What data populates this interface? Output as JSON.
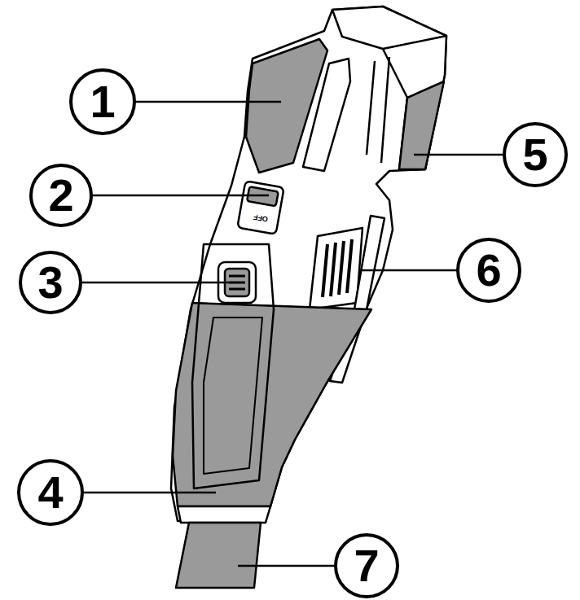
{
  "diagram": {
    "nodes": [
      {
        "text": [
          "1"
        ]
      },
      {
        "text": [
          "2"
        ]
      },
      {
        "text": [
          "3"
        ]
      },
      {
        "text": [
          "4"
        ]
      },
      {
        "text": [
          "5"
        ]
      },
      {
        "text": [
          "6"
        ]
      },
      {
        "text": [
          "7"
        ]
      }
    ],
    "labels": [
      "OFF"
    ]
  }
}
